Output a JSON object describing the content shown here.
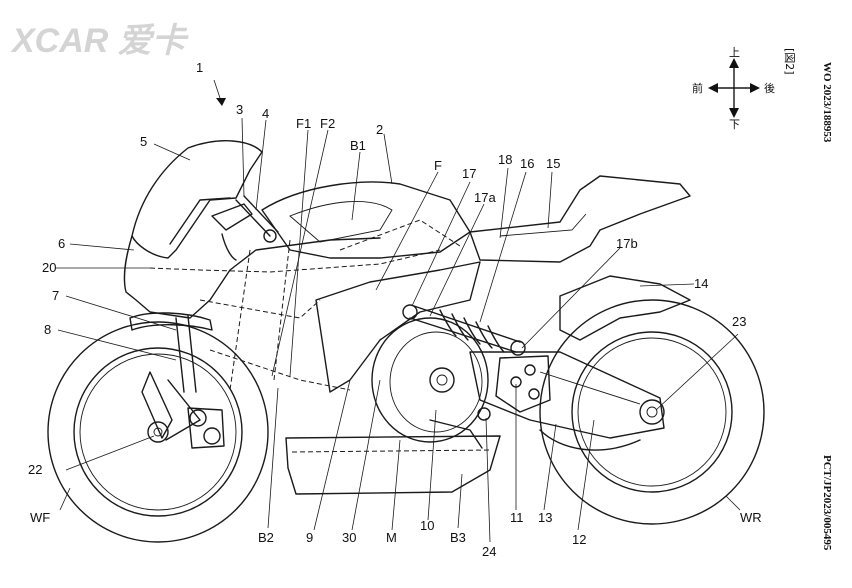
{
  "watermark": {
    "text": "XCAR 爱卡",
    "color": "#d0d0d0"
  },
  "figure_label": "[図2]",
  "pub_number_top": "WO 2023/188953",
  "pub_number_bottom": "PCT/JP2023/005495",
  "compass": {
    "up": "上",
    "down": "下",
    "front": "前",
    "rear": "後"
  },
  "labels": {
    "n1": "1",
    "n2": "2",
    "n3": "3",
    "n4": "4",
    "n5": "5",
    "n6": "6",
    "n7": "7",
    "n8": "8",
    "n9": "9",
    "n10": "10",
    "n11": "11",
    "n12": "12",
    "n13": "13",
    "n14": "14",
    "n15": "15",
    "n16": "16",
    "n17": "17",
    "n17a": "17a",
    "n17b": "17b",
    "n18": "18",
    "n20": "20",
    "n22": "22",
    "n23": "23",
    "n24": "24",
    "n30": "30",
    "F": "F",
    "F1": "F1",
    "F2": "F2",
    "B1": "B1",
    "B2": "B2",
    "B3": "B3",
    "M": "M",
    "WF": "WF",
    "WR": "WR"
  }
}
